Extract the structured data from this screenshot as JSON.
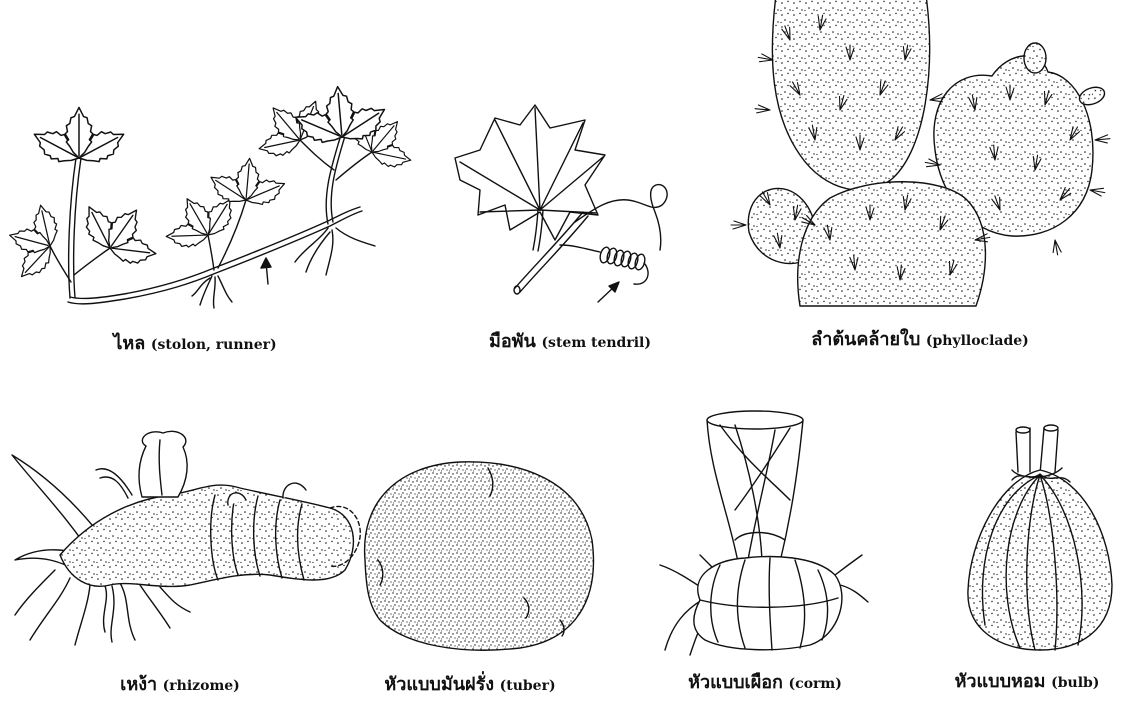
{
  "colors": {
    "ink": "#111111",
    "background": "#ffffff"
  },
  "figures": [
    {
      "thai": "ไหล",
      "english": "(stolon, runner)"
    },
    {
      "thai": "มือพัน",
      "english": "(stem tendril)"
    },
    {
      "thai": "ลำต้นคล้ายใบ",
      "english": "(phylloclade)"
    },
    {
      "thai": "เหง้า",
      "english": "(rhizome)"
    },
    {
      "thai": "หัวแบบมันฝรั่ง",
      "english": "(tuber)"
    },
    {
      "thai": "หัวแบบเผือก",
      "english": "(corm)"
    },
    {
      "thai": "หัวแบบหอม",
      "english": "(bulb)"
    }
  ]
}
